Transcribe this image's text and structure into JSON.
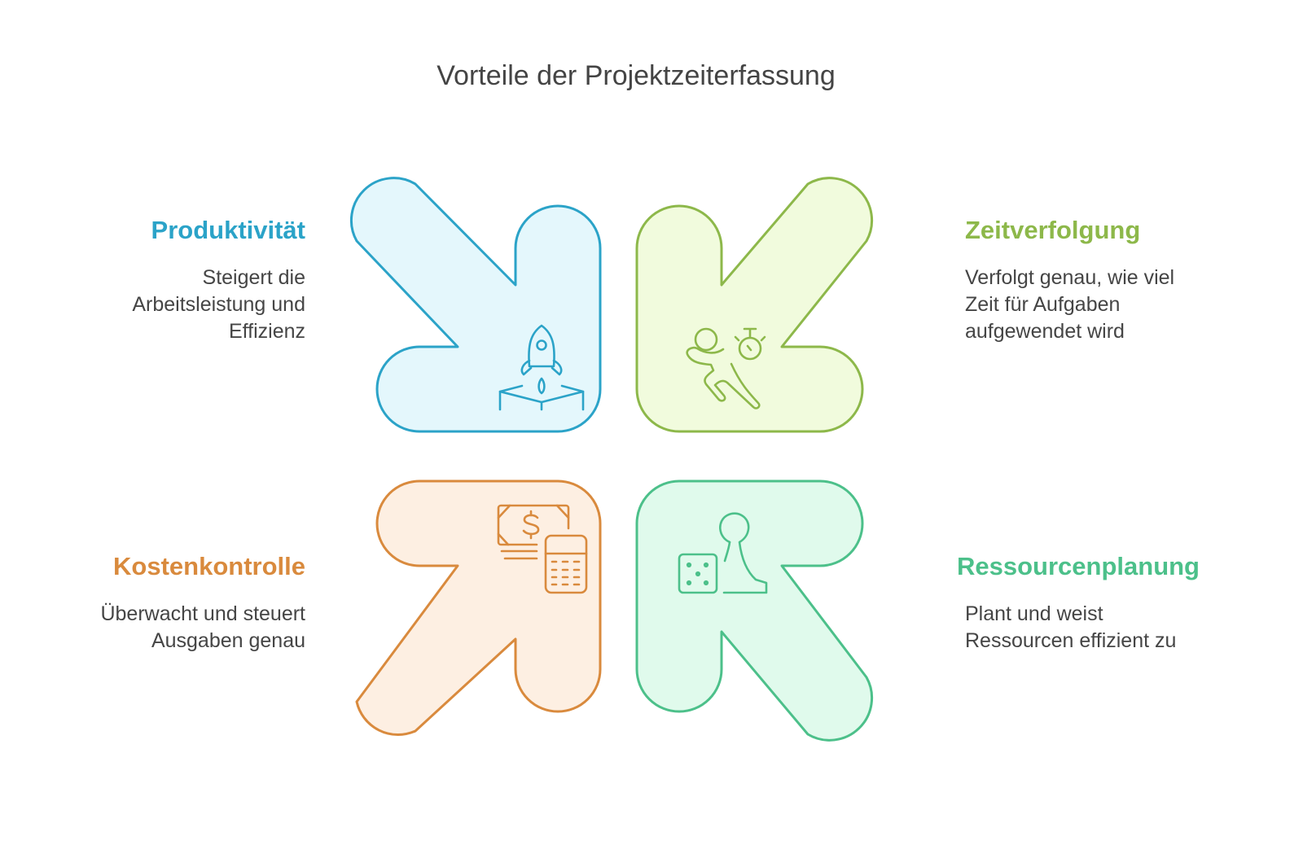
{
  "title": "Vorteile der Projektzeiterfassung",
  "colors": {
    "productivity": {
      "stroke": "#2BA3C8",
      "fill": "#E4F7FC",
      "heading": "#2BA3C8"
    },
    "time_tracking": {
      "stroke": "#8DB84A",
      "fill": "#F1FBDD",
      "heading": "#8DB84A"
    },
    "cost_control": {
      "stroke": "#D98A3D",
      "fill": "#FDEFE2",
      "heading": "#D98A3D"
    },
    "resource_planning": {
      "stroke": "#4CC08A",
      "fill": "#E0FAEC",
      "heading": "#4CC08A"
    }
  },
  "quadrants": {
    "productivity": {
      "heading": "Produktivität",
      "description": [
        "Steigert die",
        "Arbeitsleistung und",
        "Effizienz"
      ],
      "icon": "rocket-launch-icon",
      "arrow_direction": "down-right"
    },
    "time_tracking": {
      "heading": "Zeitverfolgung",
      "description": [
        "Verfolgt genau, wie viel",
        "Zeit für Aufgaben",
        "aufgewendet wird"
      ],
      "icon": "running-person-stopwatch-icon",
      "arrow_direction": "down-left"
    },
    "cost_control": {
      "heading": "Kostenkontrolle",
      "description": [
        "Überwacht und steuert",
        "Ausgaben genau"
      ],
      "icon": "money-calculator-icon",
      "arrow_direction": "up-right"
    },
    "resource_planning": {
      "heading": "Ressourcenplanung",
      "description": [
        "Plant und weist",
        "Ressourcen effizient zu"
      ],
      "icon": "dice-pawn-icon",
      "arrow_direction": "up-left"
    }
  }
}
